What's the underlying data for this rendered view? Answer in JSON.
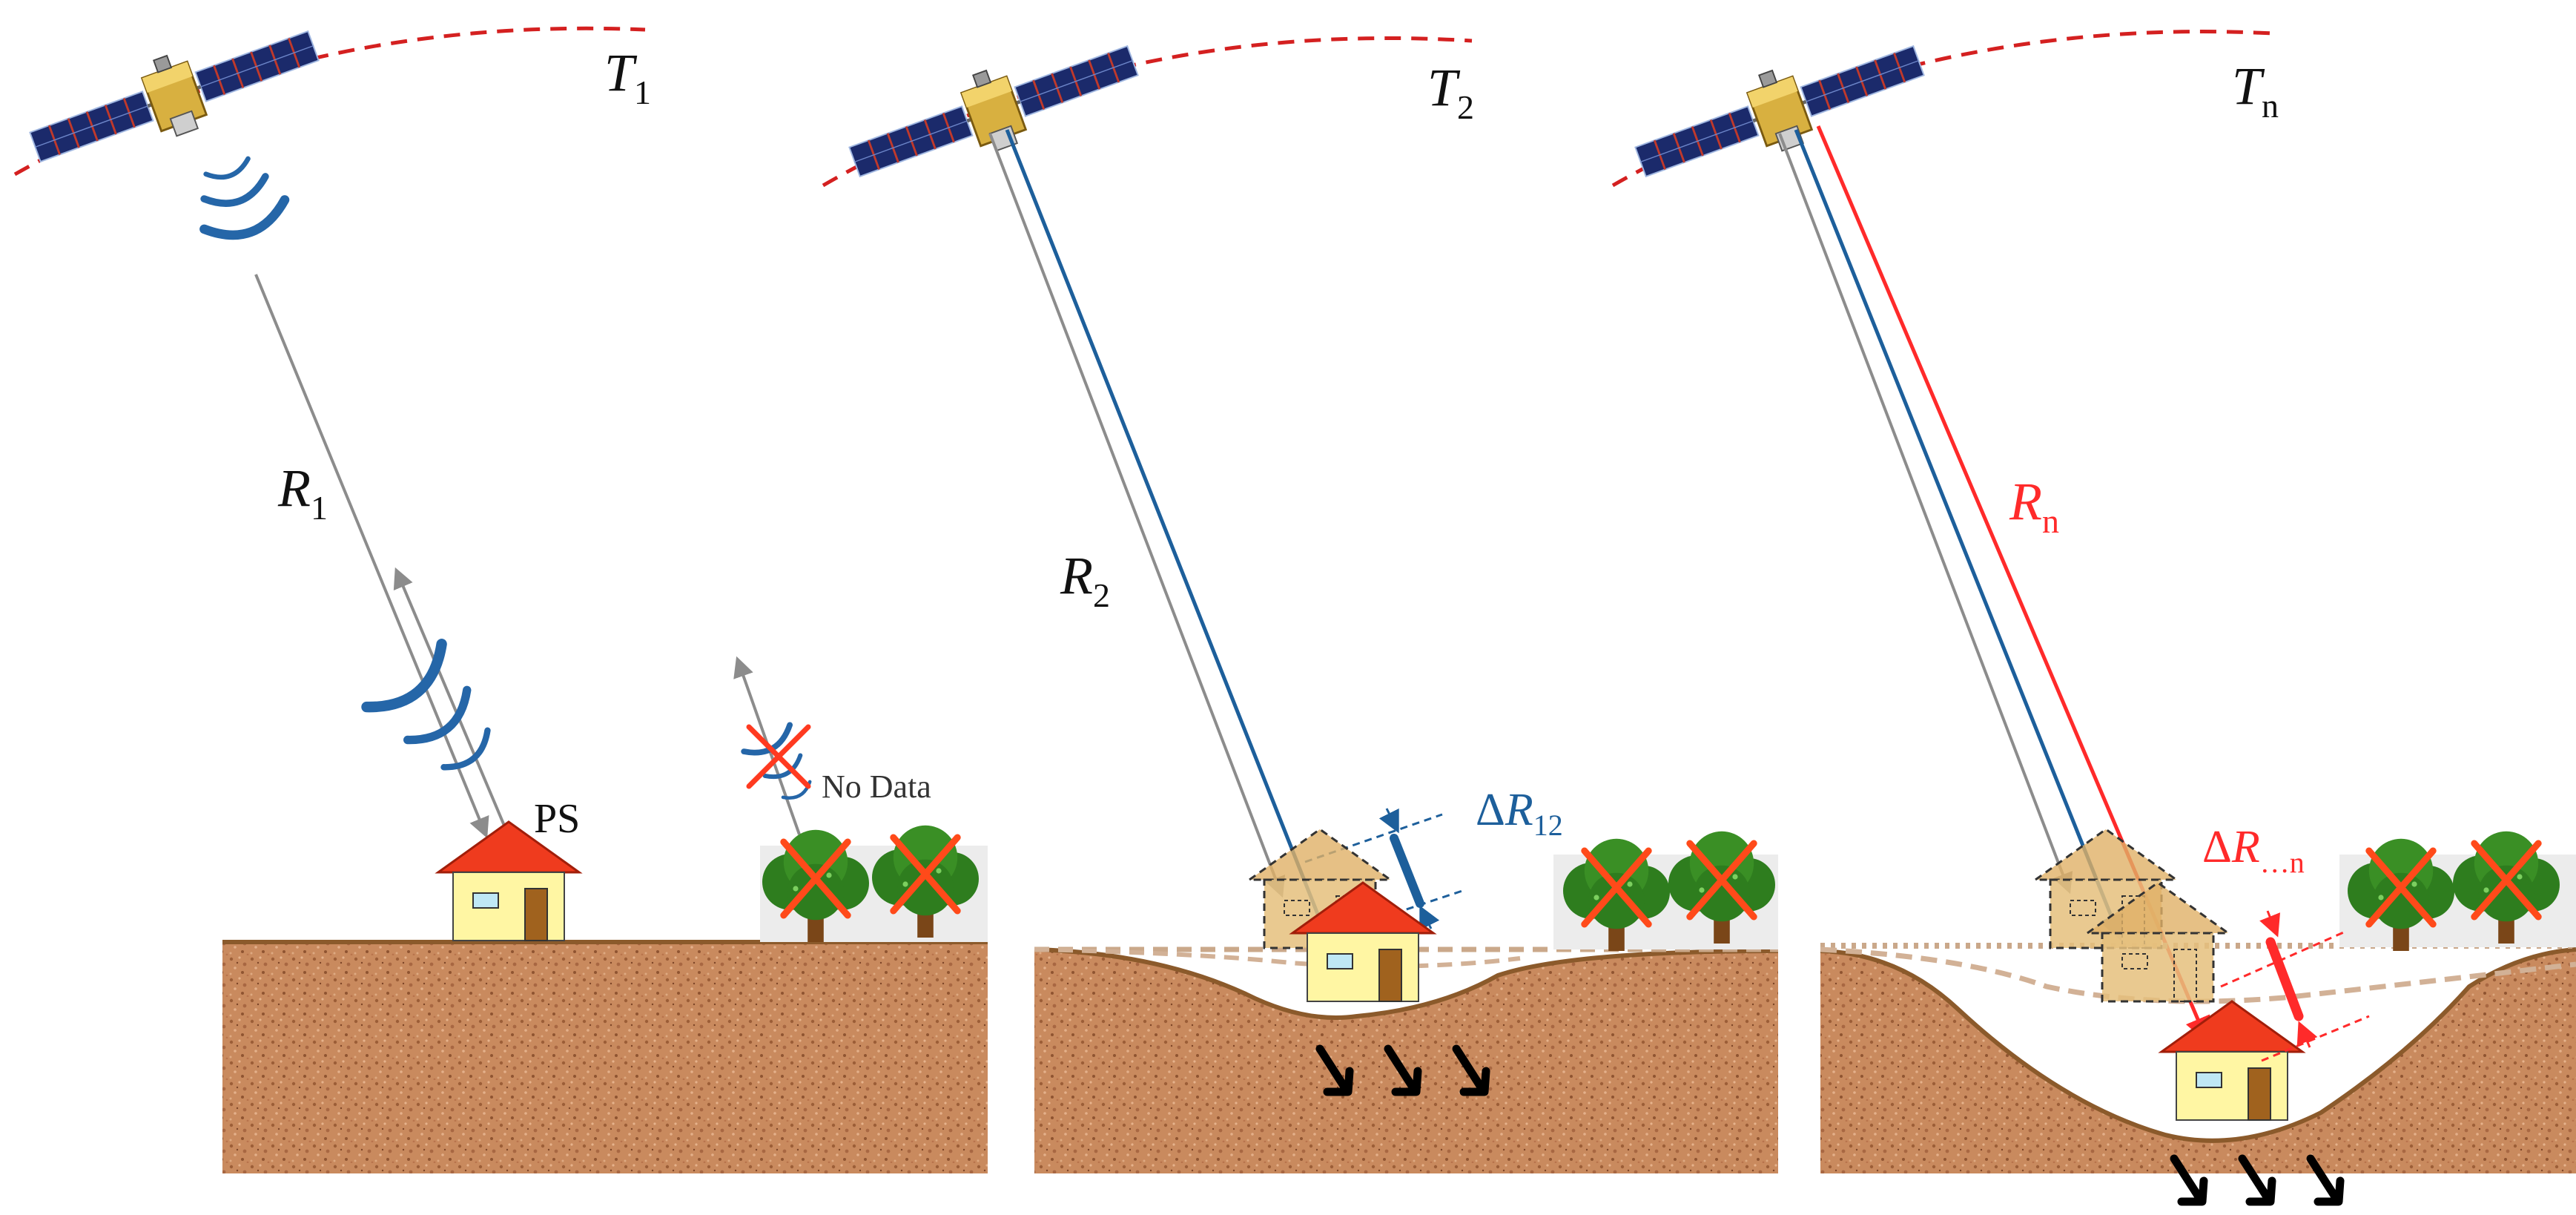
{
  "panels": [
    {
      "time": {
        "main": "T",
        "sub": "1"
      },
      "range": {
        "main": "R",
        "sub": "1"
      }
    },
    {
      "time": {
        "main": "T",
        "sub": "2"
      },
      "range": {
        "main": "R",
        "sub": "2"
      },
      "delta": {
        "prefix": "Δ",
        "main": "R",
        "sub": "12"
      }
    },
    {
      "time": {
        "main": "T",
        "sub": "n"
      },
      "range": {
        "main": "R",
        "sub": "n"
      },
      "delta": {
        "prefix": "Δ",
        "main": "R",
        "sub": "…n"
      }
    }
  ],
  "labels": {
    "ps": "PS",
    "no_data": "No Data"
  },
  "colors": {
    "orbit": "#d42020",
    "line_gray": "#8c8c8c",
    "line_blue": "#1d5f9b",
    "line_red": "#ff2a2a",
    "soil": "#c98a5e",
    "roof": "#ef3b1e",
    "wall": "#fff6a3",
    "delta_blue": "#1d5f9b",
    "delta_red": "#ff2a2a",
    "tree_cross": "#ff4a1a"
  },
  "icons": [
    "satellite-icon",
    "radar-wave-icon",
    "house-icon",
    "tree-icon",
    "cross-icon",
    "subsidence-arrow-icon"
  ]
}
